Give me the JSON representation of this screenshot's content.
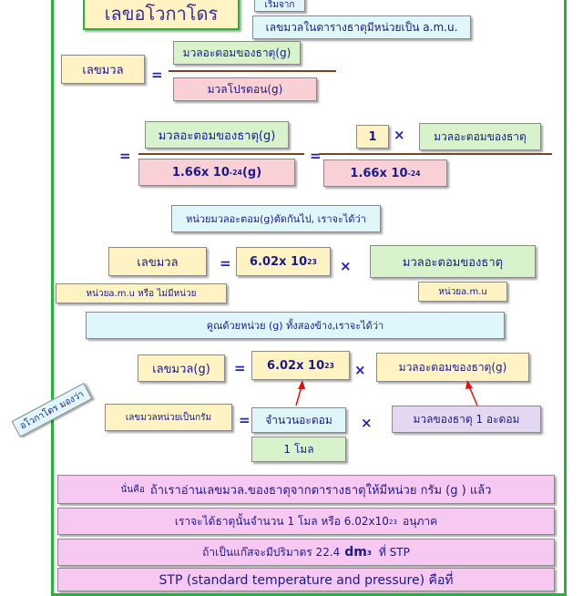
{
  "title": "เลขอโวกาโดร",
  "top_tab": "เริ่มจาก",
  "amu_note": "เลขมวลในตารางธาตุมีหน่วยเป็น a.m.u.",
  "mass_number": "เลขมวล",
  "eq1_numerator": "มวลอะตอมของธาตุ(g)",
  "eq1_denominator": "มวลโปรตอน(g)",
  "eq2_numerator": "มวลอะตอมของธาตุ(g)",
  "eq2_denominator_coef": "1.66x 10",
  "eq2_denominator_exp": "-24",
  "eq2_denominator_unit": "(g)",
  "eq2_right_numerator_1": "1",
  "eq2_right_numerator_mass": "มวลอะตอมของธาตุ",
  "eq2_right_denominator_coef": "1.66x 10",
  "eq2_right_denominator_exp": "-24",
  "cancel_note": "หน่วยมวลอะตอม(g)ตัดกันไป, เราจะได้ว่า",
  "avogadro_coef": "6.02x 10",
  "avogadro_exp": "23",
  "atomic_mass": "มวลอะตอมของธาตุ",
  "unit_amu_or_none": "หน่วยa.m.u หรือ ไม่มีหน่วย",
  "unit_amu": "หน่วยa.m.u",
  "multiply_note": "คูณด้วยหน่วย (g) ทั้งสองข้าง,เราจะได้ว่า",
  "mass_number_g": "เลขมวล(g)",
  "atomic_mass_g": "มวลอะตอมของธาตุ(g)",
  "avogadro_side": "อโวกาโดร มองว่า",
  "mass_in_grams": "เลขมวลหน่วยเป็นกรัม",
  "count_atoms": "จำนวนอะตอม",
  "one_mole": "1 โมล",
  "mass_one_atom": "มวลของธาตุ 1 อะตอม",
  "bottom_1_prefix": "นั่นคือ",
  "bottom_1_main": "ถ้าเราอ่านเลขมวล.ของธาตุจากตารางธาตุให้มีหน่วย กรัม (g ) แล้ว",
  "bottom_2_main": "เราจะได้ธาตุนั้นจำนวน 1 โมล หรือ 6.02x10",
  "bottom_2_exp": "23",
  "bottom_2_tail": "อนุภาค",
  "bottom_3_main": "ถ้าเป็นแก๊สจะมีปริมาตร 22.4",
  "bottom_3_unit": "dm",
  "bottom_3_exp": "3",
  "bottom_3_tail": "ที่ STP",
  "bottom_4_main": "STP (standard temperature and pressure) คือที่",
  "ops": {
    "equals": "=",
    "times": "×"
  }
}
